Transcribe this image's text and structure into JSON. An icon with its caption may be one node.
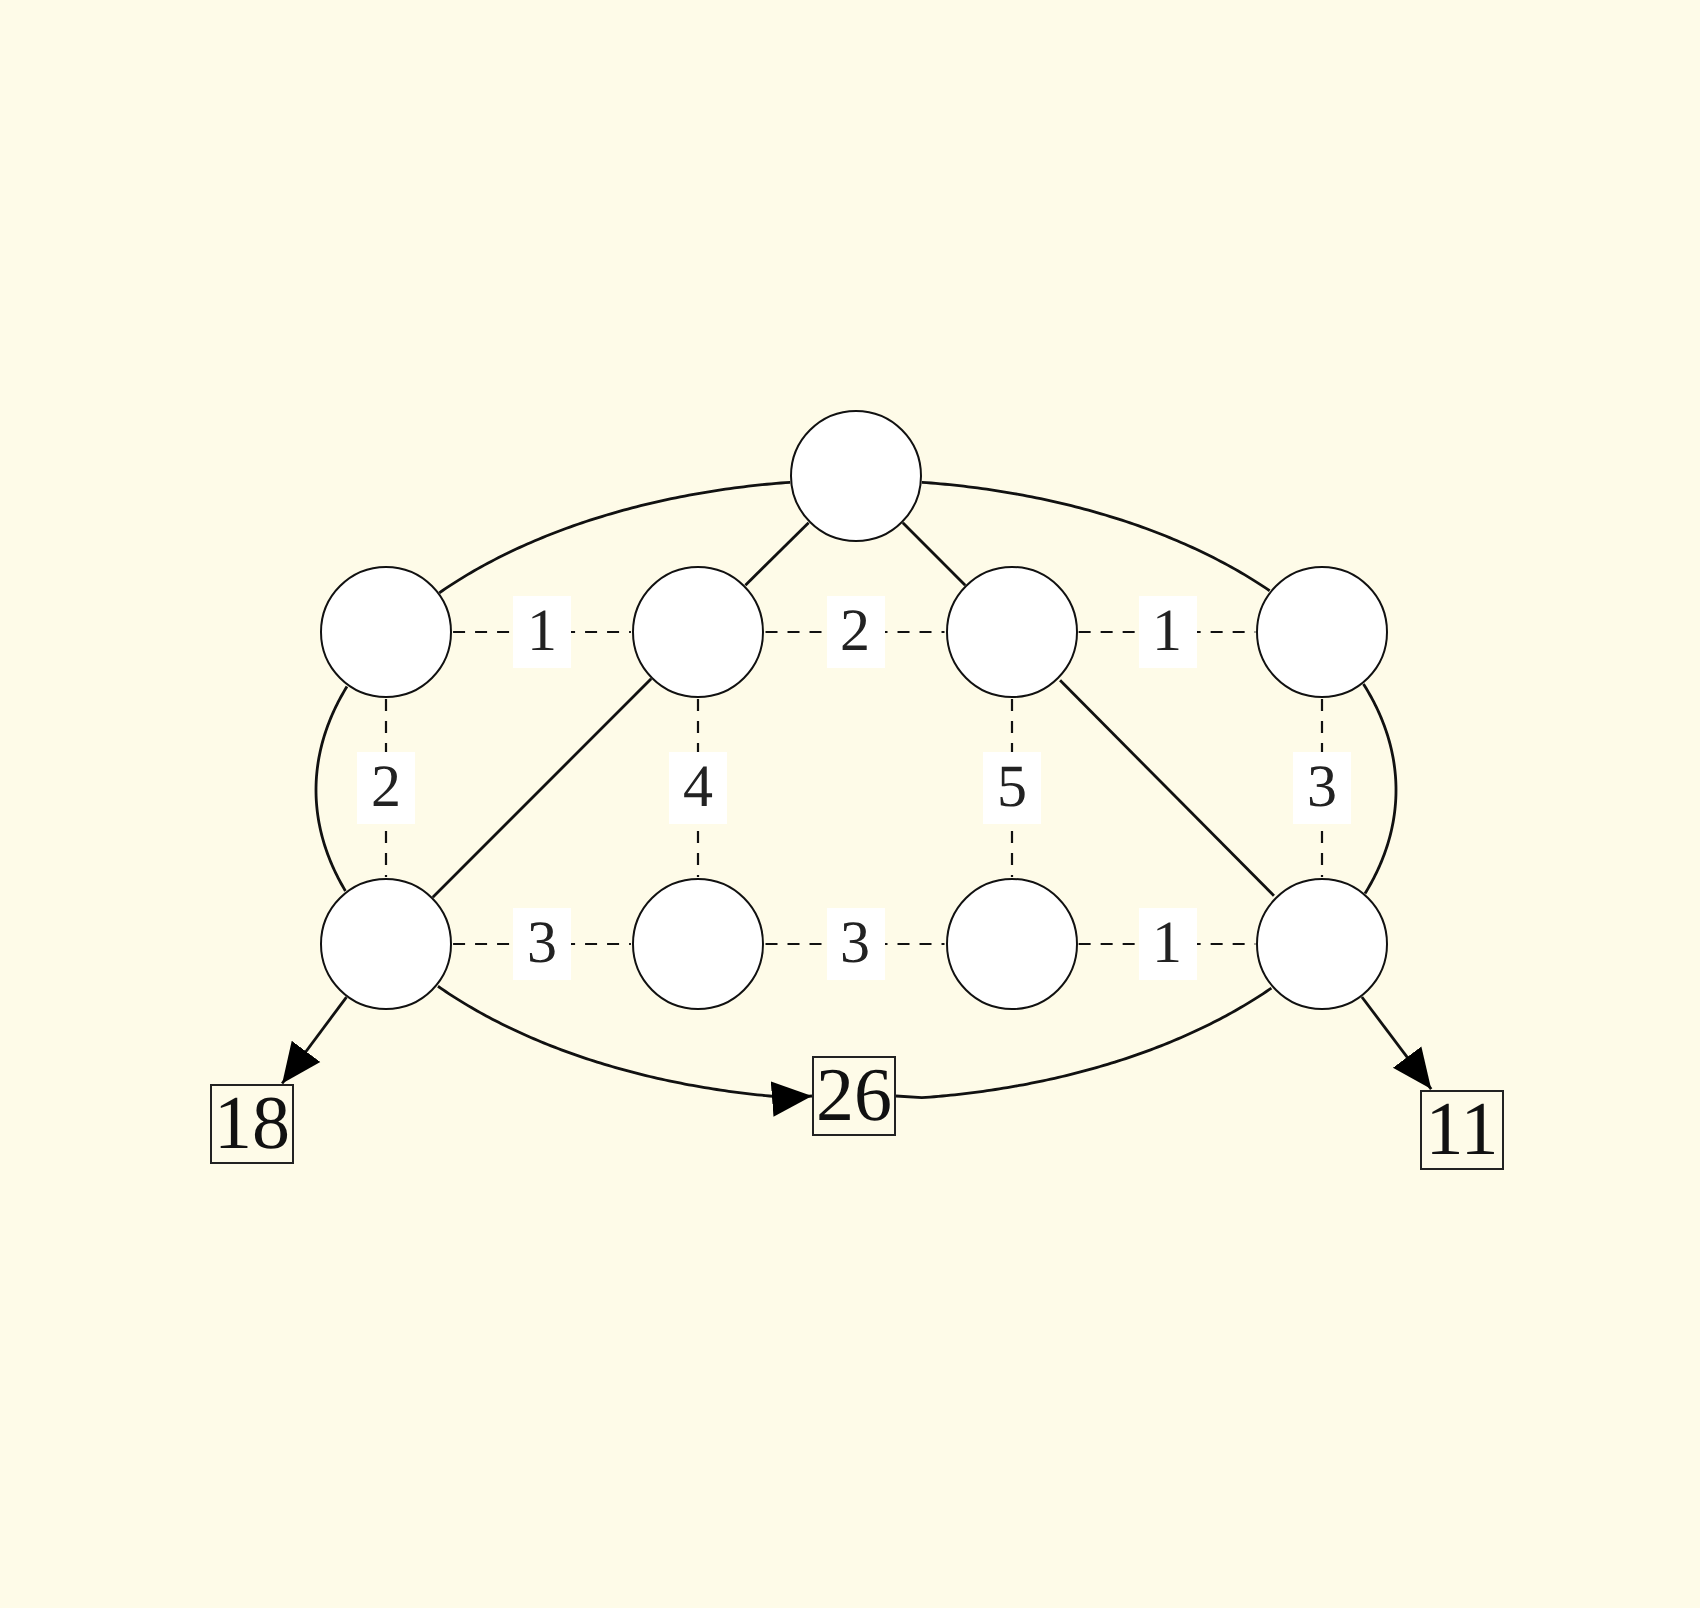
{
  "diagram": {
    "nodes": [
      {
        "text": [],
        "shape": "circle"
      },
      {
        "text": [],
        "shape": "circle"
      },
      {
        "text": [],
        "shape": "circle"
      },
      {
        "text": [],
        "shape": "circle"
      },
      {
        "text": [],
        "shape": "circle"
      },
      {
        "text": [],
        "shape": "circle"
      },
      {
        "text": [],
        "shape": "circle"
      },
      {
        "text": [],
        "shape": "circle"
      },
      {
        "text": [],
        "shape": "circle"
      },
      {
        "text": [
          "18"
        ]
      },
      {
        "text": [
          "26"
        ]
      },
      {
        "text": [
          "11"
        ]
      }
    ],
    "edges": [
      {
        "from": 0,
        "to": 2,
        "arrow": "none"
      },
      {
        "from": 0,
        "to": 3,
        "arrow": "none"
      },
      {
        "from": 1,
        "to": 2,
        "arrow": "none",
        "label": "1",
        "style": "dashed"
      },
      {
        "from": 2,
        "to": 3,
        "arrow": "none",
        "label": "2",
        "style": "dashed"
      },
      {
        "from": 3,
        "to": 4,
        "arrow": "none",
        "label": "1",
        "style": "dashed"
      },
      {
        "from": 1,
        "to": 5,
        "arrow": "none",
        "label": "2",
        "style": "dashed"
      },
      {
        "from": 2,
        "to": 6,
        "arrow": "none",
        "label": "4",
        "style": "dashed"
      },
      {
        "from": 3,
        "to": 7,
        "arrow": "none",
        "label": "5",
        "style": "dashed"
      },
      {
        "from": 4,
        "to": 8,
        "arrow": "none",
        "label": "3",
        "style": "dashed"
      },
      {
        "from": 5,
        "to": 6,
        "arrow": "none",
        "label": "3",
        "style": "dashed"
      },
      {
        "from": 6,
        "to": 7,
        "arrow": "none",
        "label": "3",
        "style": "dashed"
      },
      {
        "from": 7,
        "to": 8,
        "arrow": "none",
        "label": "1",
        "style": "dashed"
      },
      {
        "from": 5,
        "to": 2,
        "arrow": "none"
      },
      {
        "from": 3,
        "to": 8,
        "arrow": "none"
      },
      {
        "from": 5,
        "to": 9,
        "arrow": "to"
      },
      {
        "from": 8,
        "to": 11,
        "arrow": "to"
      },
      {
        "from": 0,
        "to": 1,
        "arrow": "none"
      },
      {
        "from": 1,
        "to": 5,
        "arrow": "none"
      },
      {
        "from": 5,
        "to": 10,
        "arrow": "to"
      },
      {
        "from": 0,
        "to": 4,
        "arrow": "none"
      },
      {
        "from": 4,
        "to": 8,
        "arrow": "none"
      },
      {
        "from": 8,
        "to": 10,
        "arrow": "none"
      }
    ]
  }
}
